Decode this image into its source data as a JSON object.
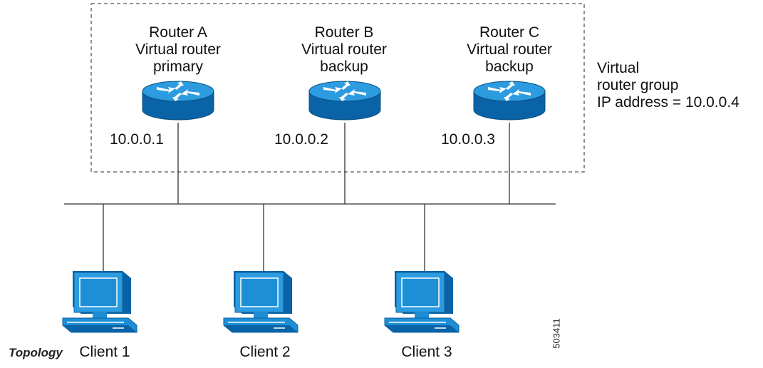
{
  "routers": [
    {
      "id": "a",
      "lines": [
        "Router A",
        "Virtual router",
        "primary"
      ],
      "ip": "10.0.0.1"
    },
    {
      "id": "b",
      "lines": [
        "Router B",
        "Virtual router",
        "backup"
      ],
      "ip": "10.0.0.2"
    },
    {
      "id": "c",
      "lines": [
        "Router C",
        "Virtual router",
        "backup"
      ],
      "ip": "10.0.0.3"
    }
  ],
  "group": {
    "lines": [
      "Virtual",
      "router group",
      "IP address = 10.0.0.4"
    ]
  },
  "clients": [
    "Client 1",
    "Client 2",
    "Client 3"
  ],
  "figure_id": "503411",
  "caption": "Topology",
  "colors": {
    "device_fill": "#1e8fd6",
    "device_dark": "#0a5f9e",
    "line": "#333333",
    "border": "#555555"
  }
}
